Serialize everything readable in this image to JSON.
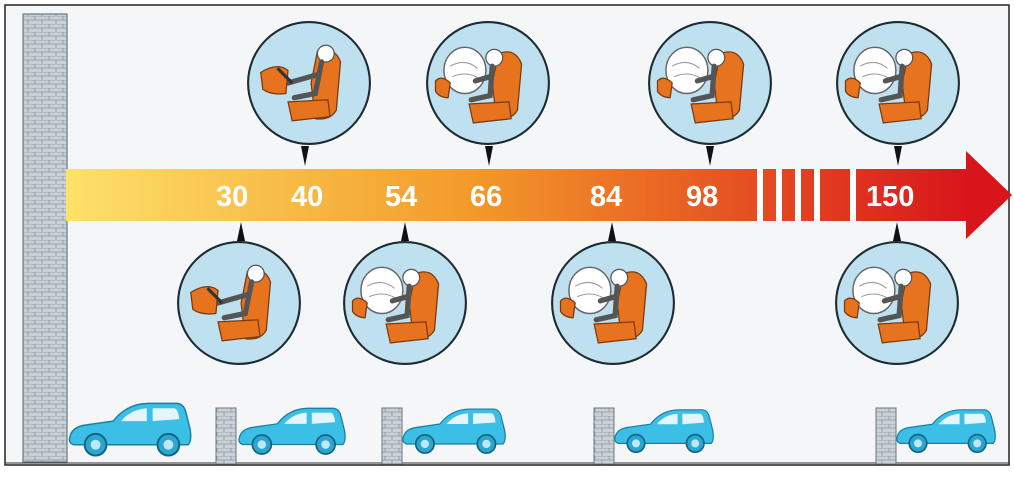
{
  "timeline": {
    "ticks": [
      "30",
      "40",
      "54",
      "66",
      "84",
      "98",
      "150"
    ],
    "colors": {
      "arrow_start": "#fde26a",
      "arrow_mid": "#f39a2a",
      "arrow_end": "#d9151c",
      "bubble_fill": "#bfe0ef",
      "seat_color": "#e8731f",
      "car_color": "#3cbfe6",
      "wall_color": "#b9c3cc"
    }
  },
  "crash_stages": [
    {
      "tick": "30",
      "position": "below",
      "airbag": "folded",
      "scene": "seated-driver"
    },
    {
      "tick": "40",
      "position": "above",
      "airbag": "folded",
      "scene": "seated-driver"
    },
    {
      "tick": "54",
      "position": "below",
      "airbag": "inflating",
      "scene": "driver-forward"
    },
    {
      "tick": "66",
      "position": "above",
      "airbag": "inflated",
      "scene": "driver-into-airbag"
    },
    {
      "tick": "84",
      "position": "below",
      "airbag": "inflated",
      "scene": "driver-into-airbag"
    },
    {
      "tick": "98",
      "position": "above",
      "airbag": "inflated",
      "scene": "driver-into-airbag"
    },
    {
      "tick": "150",
      "position": "above",
      "airbag": "deflating",
      "scene": "driver-rebound"
    },
    {
      "tick": "150",
      "position": "below",
      "airbag": "deflated",
      "scene": "driver-rebound"
    }
  ],
  "icons": [
    "brick-wall-icon",
    "car-icon",
    "crash-test-dummy-icon",
    "airbag-icon",
    "timeline-arrow-icon"
  ]
}
